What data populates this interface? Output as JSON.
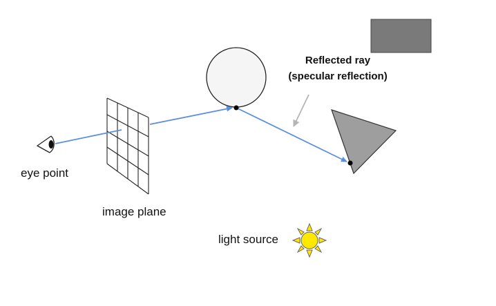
{
  "labels": {
    "eye_point": "eye point",
    "image_plane": "image plane",
    "light_source": "light source",
    "reflected_ray_line1": "Reflected ray",
    "reflected_ray_line2": "(specular reflection)"
  },
  "colors": {
    "ray": "#5b8ee0",
    "sphere_fill": "#f5f5f5",
    "triangle_fill": "#9e9e9e",
    "box_fill": "#7a7a7a",
    "sun_fill": "#ffe800",
    "pointer_arrow": "#b5b5b5",
    "outline": "#222222"
  },
  "icons": {
    "eye": "eye-icon",
    "sun": "sun-icon"
  }
}
